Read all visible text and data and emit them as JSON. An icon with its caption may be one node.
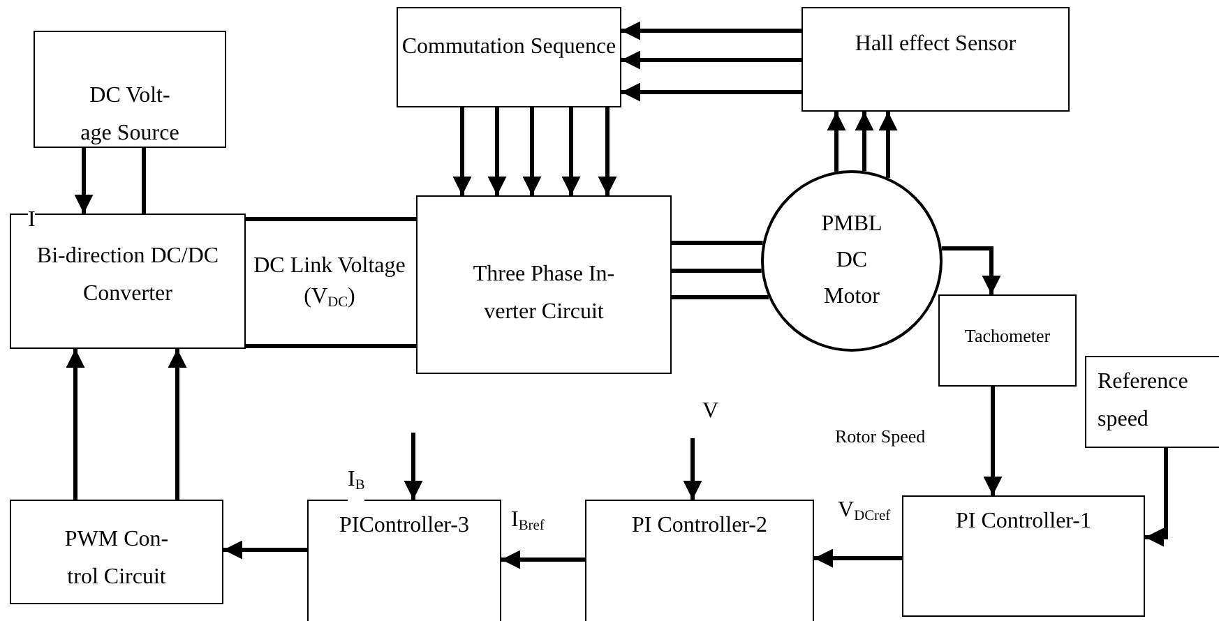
{
  "diagram": {
    "nodes": [
      {
        "text": [
          "DC Volt- age Source"
        ]
      },
      {
        "text": [
          "Commutation Sequence"
        ]
      },
      {
        "text": [
          "Hall effect Sensor"
        ]
      },
      {
        "text": [
          "Bi-direction DC/DC Converter"
        ]
      },
      {
        "text": [
          "Three Phase In- verter Circuit"
        ]
      },
      {
        "text": [
          "PMBL DC Motor"
        ]
      },
      {
        "text": [
          "Tachometer"
        ]
      },
      {
        "text": [
          "Reference speed"
        ]
      },
      {
        "text": [
          "PWM Con- trol Circuit"
        ]
      },
      {
        "text": [
          "PIController-3"
        ]
      },
      {
        "text": [
          "PI Controller-2"
        ]
      },
      {
        "text": [
          "PI Controller-1"
        ]
      }
    ],
    "edges": [
      {
        "from": 0,
        "to": 3,
        "arrow": "to"
      },
      {
        "from": 0,
        "to": 3,
        "arrow": "none"
      },
      {
        "from": 3,
        "to": 4,
        "arrow": "none"
      },
      {
        "from": 3,
        "to": 4,
        "arrow": "none"
      },
      {
        "from": 1,
        "to": 4,
        "arrow": "to"
      },
      {
        "from": 1,
        "to": 4,
        "arrow": "to"
      },
      {
        "from": 1,
        "to": 4,
        "arrow": "to"
      },
      {
        "from": 1,
        "to": 4,
        "arrow": "to"
      },
      {
        "from": 1,
        "to": 4,
        "arrow": "to"
      },
      {
        "from": 2,
        "to": 1,
        "arrow": "to"
      },
      {
        "from": 2,
        "to": 1,
        "arrow": "to"
      },
      {
        "from": 2,
        "to": 1,
        "arrow": "to"
      },
      {
        "from": 5,
        "to": 2,
        "arrow": "to"
      },
      {
        "from": 5,
        "to": 2,
        "arrow": "to"
      },
      {
        "from": 5,
        "to": 2,
        "arrow": "to"
      },
      {
        "from": 4,
        "to": 5,
        "arrow": "none"
      },
      {
        "from": 4,
        "to": 5,
        "arrow": "none"
      },
      {
        "from": 4,
        "to": 5,
        "arrow": "none"
      },
      {
        "from": 5,
        "to": 6,
        "arrow": "to"
      },
      {
        "from": 6,
        "to": 11,
        "arrow": "to"
      },
      {
        "from": 7,
        "to": 11,
        "arrow": "to"
      },
      {
        "from": 11,
        "to": 10,
        "arrow": "to"
      },
      {
        "from": 10,
        "to": 9,
        "arrow": "to"
      },
      {
        "from": 9,
        "to": 8,
        "arrow": "to"
      },
      {
        "from": 8,
        "to": 3,
        "arrow": "to"
      },
      {
        "from": 8,
        "to": 3,
        "arrow": "to"
      },
      {
        "from": null,
        "to": 9,
        "arrow": "to"
      },
      {
        "from": null,
        "to": 10,
        "arrow": "to"
      }
    ],
    "labels": [
      "I",
      "DC Link Voltage (V$_{DC}$)",
      "V",
      "Rotor Speed",
      "I$_{B}$",
      "V$_{DCref}$",
      "I$_{Bref}$"
    ]
  }
}
